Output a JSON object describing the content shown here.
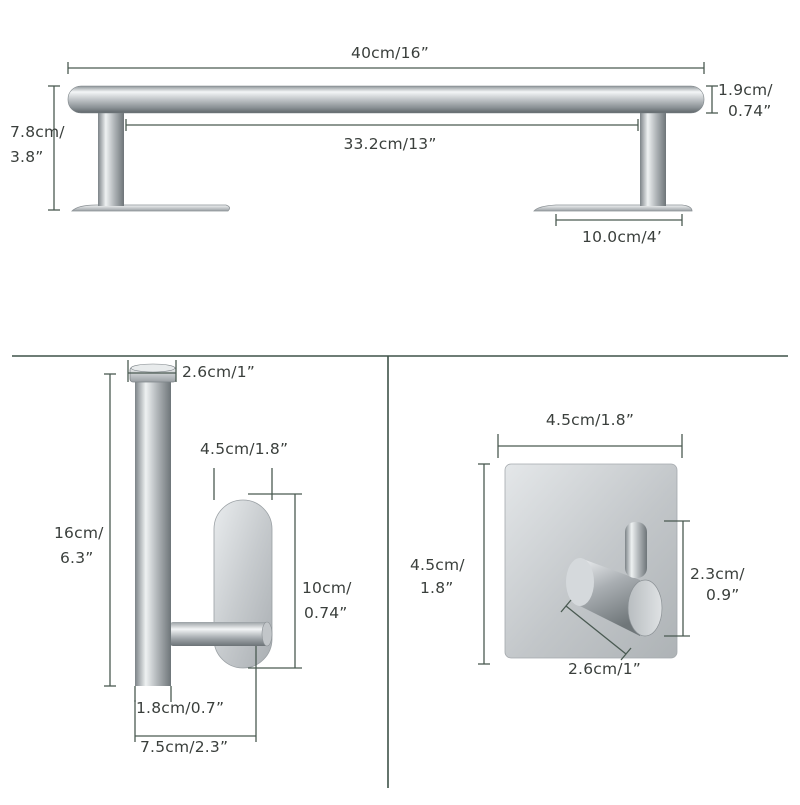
{
  "towel_bar": {
    "length": "40cm/16”",
    "diameter_cm": "1.9cm/",
    "diameter_in": "0.74”",
    "height_cm": "7.8cm/",
    "height_in": "3.8”",
    "post_spacing": "33.2cm/13”",
    "base_width": "10.0cm/4’"
  },
  "paper_holder": {
    "top_width": "2.6cm/1”",
    "plate_width": "4.5cm/1.8”",
    "height_cm": "16cm/",
    "height_in": "6.3”",
    "plate_height_cm": "10cm/",
    "plate_height_in": "0.74”",
    "rod_diameter": "1.8cm/0.7”",
    "depth": "7.5cm/2.3”"
  },
  "hook": {
    "plate_width": "4.5cm/1.8”",
    "plate_height_cm": "4.5cm/",
    "plate_height_in": "1.8”",
    "hook_height_cm": "2.3cm/",
    "hook_height_in": "0.9”",
    "hook_diameter": "2.6cm/1”"
  },
  "colors": {
    "steel_light": "#eef0f1",
    "steel_mid": "#b9bec1",
    "steel_dark": "#7d8488",
    "dimension_line": "#4a5a52",
    "divider": "#3e5248"
  }
}
